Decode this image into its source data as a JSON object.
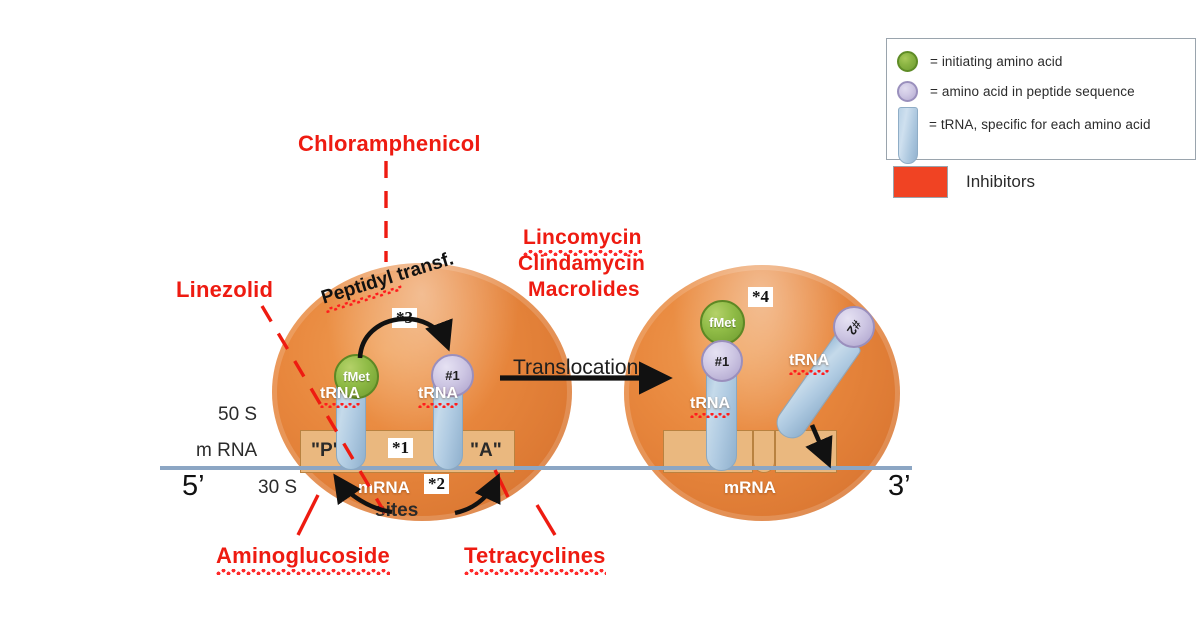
{
  "legend": {
    "items": [
      {
        "icon": "green-circle-icon",
        "text": "= initiating amino acid"
      },
      {
        "icon": "purple-circle-icon",
        "text": "= amino acid in peptide sequence"
      },
      {
        "icon": "trna-capsule-icon",
        "text": "= tRNA, specific for each amino acid"
      }
    ],
    "inhibitors_label": "Inhibitors",
    "inhibitors_color": "#f04323"
  },
  "inhibitors": {
    "chloramphenicol": "Chloramphenicol",
    "linezolid": "Linezolid",
    "lincomycin": "Lincomycin",
    "clindamycin": "Clindamycin",
    "macrolides": "Macrolides",
    "aminoglucoside": "Aminoglucoside",
    "tetracyclines": "Tetracyclines"
  },
  "left_ribosome": {
    "peptidyl_transf": "Peptidyl transf.",
    "p_site": "\"P\"",
    "a_site": "\"A\"",
    "fmet": "fMet",
    "aa1": "#1",
    "trna_p": "tRNA",
    "trna_a": "tRNA",
    "mrna": "mRNA",
    "sites": "sites",
    "step1": "*1",
    "step2": "*2",
    "step3": "*3"
  },
  "right_ribosome": {
    "fmet": "fMet",
    "aa1": "#1",
    "aa2": "#2",
    "trna_p": "tRNA",
    "trna_incoming": "tRNA",
    "mrna": "mRNA",
    "step4": "*4"
  },
  "axis_labels": {
    "subunit_50s": "50 S",
    "subunit_30s": "30 S",
    "mrna_outer": "m RNA",
    "five_prime": "5’",
    "three_prime": "3’"
  },
  "translocation": {
    "label": "Translocation"
  },
  "colors": {
    "ribosome_orange": "#e8873d",
    "site_box_tan": "#eab87f",
    "trna_blue": "#b0cbe2",
    "fmet_green": "#8fbb46",
    "aa_purple": "#cdc6e3",
    "inhibitor_red": "#ee1b11",
    "mrna_line_blue": "#8ca6c4"
  }
}
